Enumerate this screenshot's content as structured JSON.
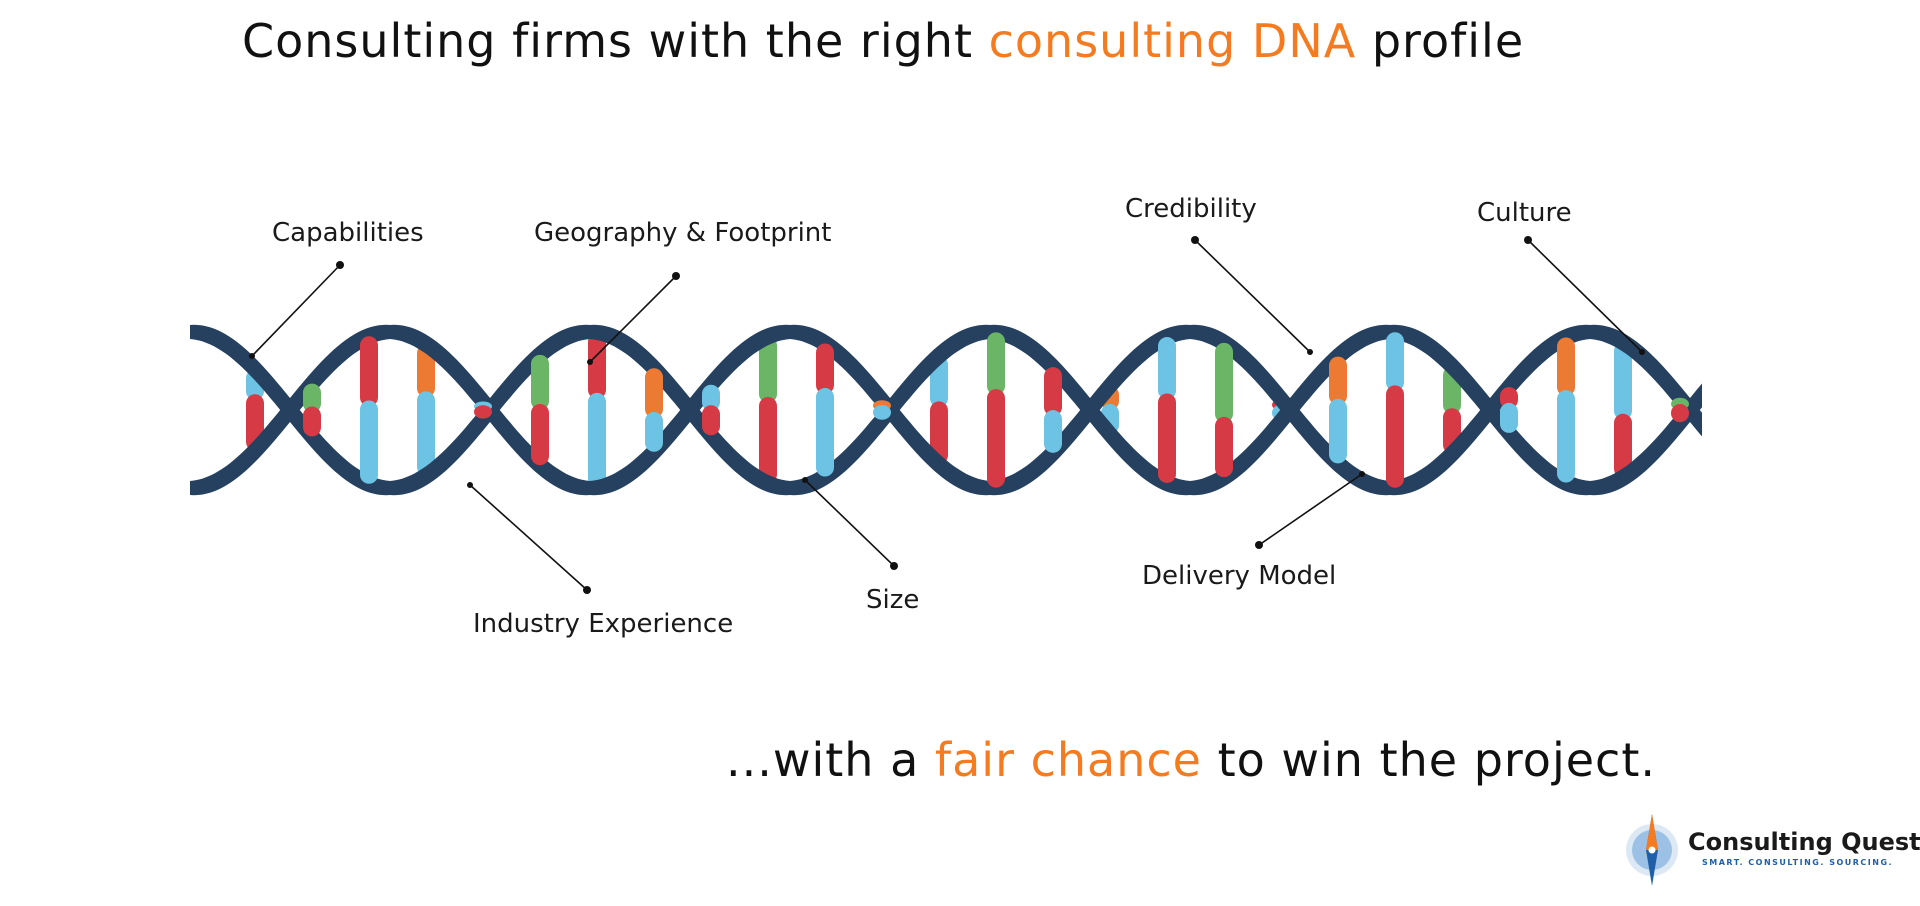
{
  "headline": {
    "part1": "Consulting firms with the right ",
    "accent": "consulting DNA",
    "part2": " profile"
  },
  "tagline": {
    "part1": "...with a ",
    "accent": "fair chance",
    "part2": " to win the project."
  },
  "labels": {
    "capabilities": "Capabilities",
    "geography": "Geography & Footprint",
    "credibility": "Credibility",
    "culture": "Culture",
    "industry": "Industry Experience",
    "size": "Size",
    "delivery": "Delivery Model"
  },
  "logo": {
    "name": "Consulting Quest",
    "tagline": "SMART. CONSULTING. SOURCING."
  },
  "colors": {
    "accent": "#f47b20",
    "strand": "#26415f",
    "blue": "#6cc3e3",
    "green": "#6bb567",
    "red": "#d63a45",
    "orange": "#ec7a33"
  }
}
